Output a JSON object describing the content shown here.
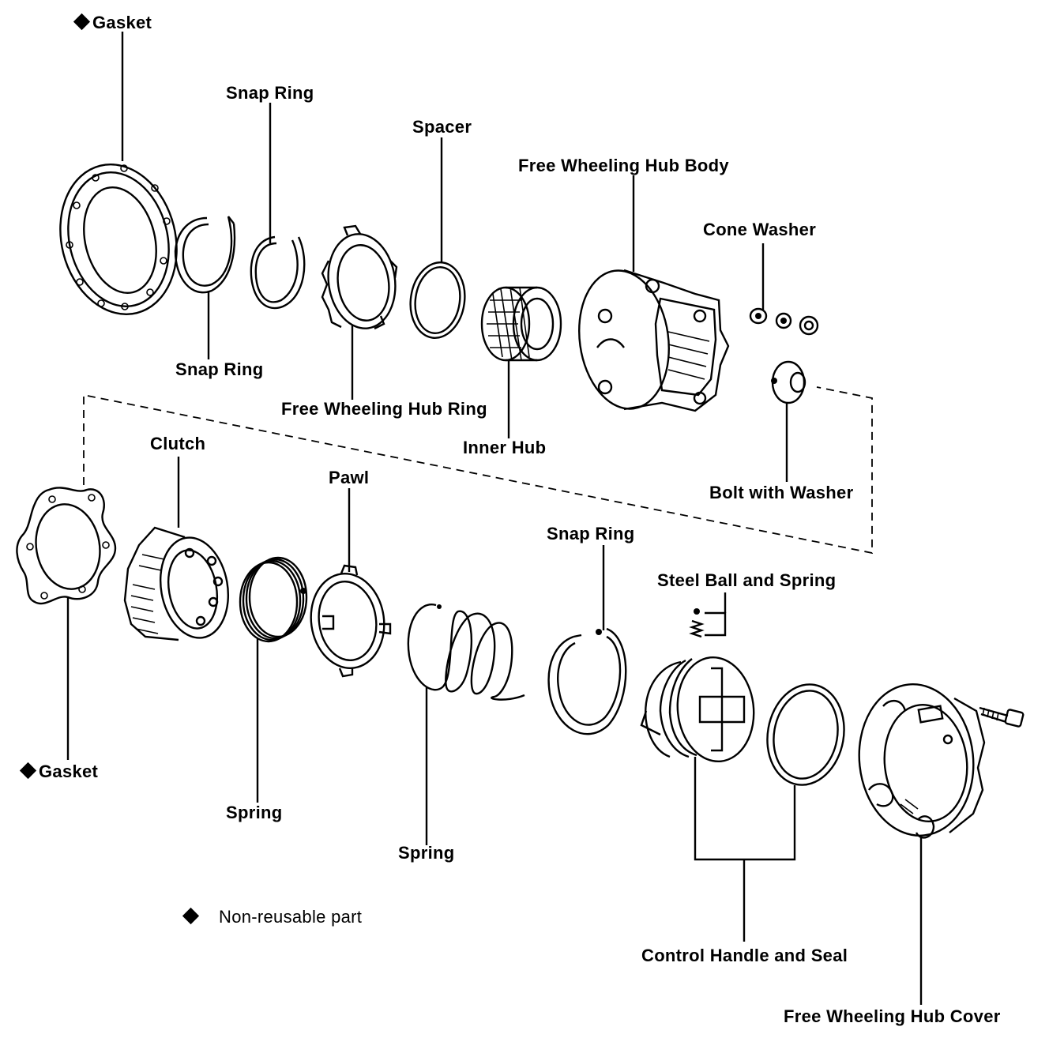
{
  "labels": {
    "gasket_top": "Gasket",
    "snap_ring_top": "Snap Ring",
    "spacer": "Spacer",
    "hub_body": "Free Wheeling Hub Body",
    "cone_washer": "Cone Washer",
    "snap_ring_left": "Snap Ring",
    "hub_ring": "Free Wheeling Hub Ring",
    "inner_hub": "Inner Hub",
    "bolt_with_washer": "Bolt with Washer",
    "clutch": "Clutch",
    "pawl": "Pawl",
    "snap_ring_lower": "Snap Ring",
    "steel_ball_spring": "Steel Ball and Spring",
    "gasket_bottom": "Gasket",
    "spring_1": "Spring",
    "spring_2": "Spring",
    "legend": "Non-reusable part",
    "control_handle_seal": "Control Handle and Seal",
    "hub_cover": "Free Wheeling Hub Cover"
  },
  "non_reusable_marker": "diamond-icon"
}
